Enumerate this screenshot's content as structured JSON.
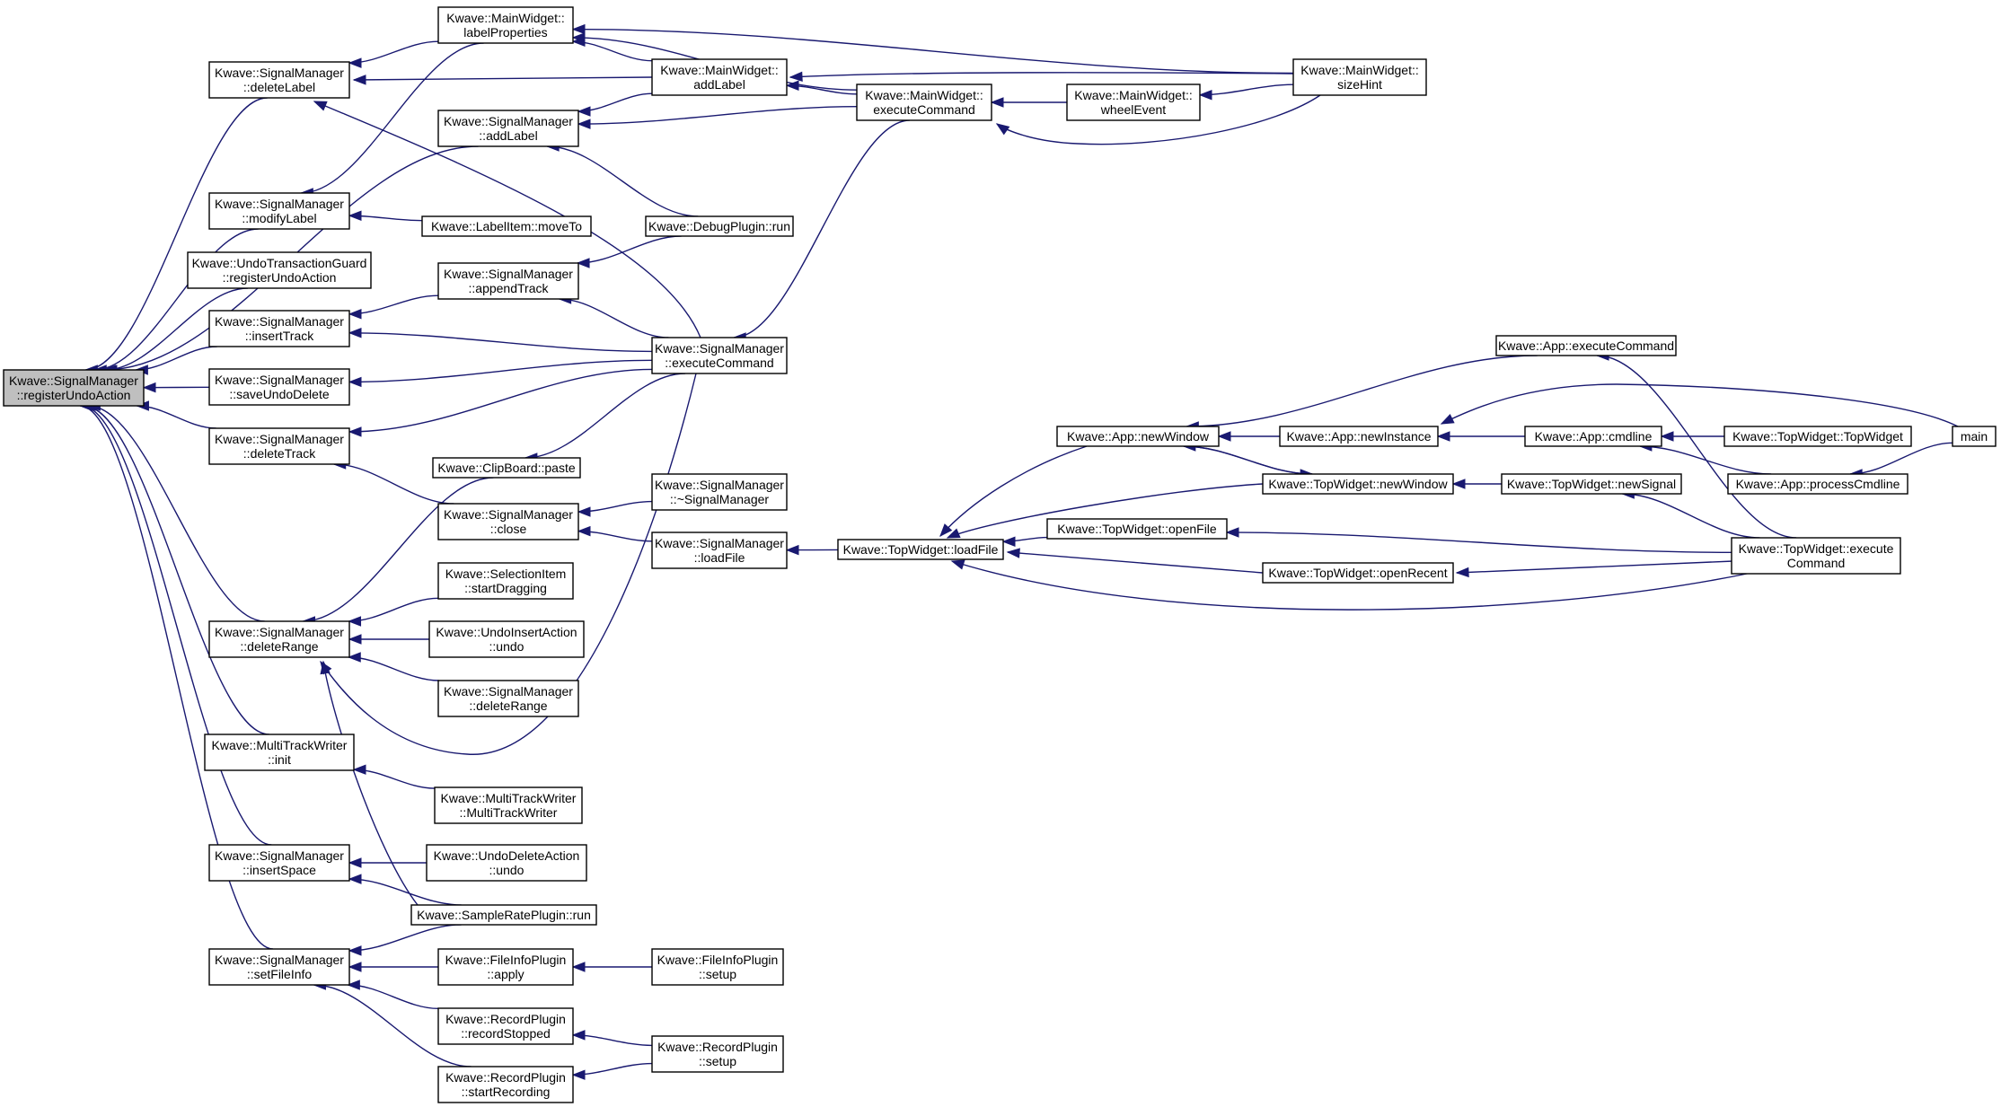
{
  "graph": {
    "direction": "arrows point from caller to callee",
    "nodes": [
      {
        "id": "root",
        "lines": [
          "Kwave::SignalManager",
          "::registerUndoAction"
        ],
        "root": true
      },
      {
        "id": "sm_deleteLabel",
        "lines": [
          "Kwave::SignalManager",
          "::deleteLabel"
        ]
      },
      {
        "id": "sm_modifyLabel",
        "lines": [
          "Kwave::SignalManager",
          "::modifyLabel"
        ]
      },
      {
        "id": "utg_register",
        "lines": [
          "Kwave::UndoTransactionGuard",
          "::registerUndoAction"
        ]
      },
      {
        "id": "sm_insertTrack",
        "lines": [
          "Kwave::SignalManager",
          "::insertTrack"
        ]
      },
      {
        "id": "sm_saveUndoDelete",
        "lines": [
          "Kwave::SignalManager",
          "::saveUndoDelete"
        ]
      },
      {
        "id": "sm_deleteTrack",
        "lines": [
          "Kwave::SignalManager",
          "::deleteTrack"
        ]
      },
      {
        "id": "sm_deleteRange",
        "lines": [
          "Kwave::SignalManager",
          "::deleteRange"
        ]
      },
      {
        "id": "mtw_init",
        "lines": [
          "Kwave::MultiTrackWriter",
          "::init"
        ]
      },
      {
        "id": "sm_insertSpace",
        "lines": [
          "Kwave::SignalManager",
          "::insertSpace"
        ]
      },
      {
        "id": "sm_setFileInfo",
        "lines": [
          "Kwave::SignalManager",
          "::setFileInfo"
        ]
      },
      {
        "id": "mw_labelProperties",
        "lines": [
          "Kwave::MainWidget::",
          "labelProperties"
        ]
      },
      {
        "id": "sm_addLabel",
        "lines": [
          "Kwave::SignalManager",
          "::addLabel"
        ]
      },
      {
        "id": "li_moveTo",
        "lines": [
          "Kwave::LabelItem::moveTo"
        ]
      },
      {
        "id": "sm_appendTrack",
        "lines": [
          "Kwave::SignalManager",
          "::appendTrack"
        ]
      },
      {
        "id": "cb_paste",
        "lines": [
          "Kwave::ClipBoard::paste"
        ]
      },
      {
        "id": "sm_close",
        "lines": [
          "Kwave::SignalManager",
          "::close"
        ]
      },
      {
        "id": "si_startDragging",
        "lines": [
          "Kwave::SelectionItem",
          "::startDragging"
        ]
      },
      {
        "id": "uia_undo",
        "lines": [
          "Kwave::UndoInsertAction",
          "::undo"
        ]
      },
      {
        "id": "sm_deleteRange2",
        "lines": [
          "Kwave::SignalManager",
          "::deleteRange"
        ]
      },
      {
        "id": "mtw_ctor",
        "lines": [
          "Kwave::MultiTrackWriter",
          "::MultiTrackWriter"
        ]
      },
      {
        "id": "uda_undo",
        "lines": [
          "Kwave::UndoDeleteAction",
          "::undo"
        ]
      },
      {
        "id": "srp_run",
        "lines": [
          "Kwave::SampleRatePlugin::run"
        ]
      },
      {
        "id": "fip_apply",
        "lines": [
          "Kwave::FileInfoPlugin",
          "::apply"
        ]
      },
      {
        "id": "rp_recordStopped",
        "lines": [
          "Kwave::RecordPlugin",
          "::recordStopped"
        ]
      },
      {
        "id": "rp_startRecording",
        "lines": [
          "Kwave::RecordPlugin",
          "::startRecording"
        ]
      },
      {
        "id": "mw_addLabel",
        "lines": [
          "Kwave::MainWidget::",
          "addLabel"
        ]
      },
      {
        "id": "dp_run",
        "lines": [
          "Kwave::DebugPlugin::run"
        ]
      },
      {
        "id": "sm_executeCommand",
        "lines": [
          "Kwave::SignalManager",
          "::executeCommand"
        ]
      },
      {
        "id": "sm_dtor",
        "lines": [
          "Kwave::SignalManager",
          "::~SignalManager"
        ]
      },
      {
        "id": "sm_loadFile",
        "lines": [
          "Kwave::SignalManager",
          "::loadFile"
        ]
      },
      {
        "id": "fip_setup",
        "lines": [
          "Kwave::FileInfoPlugin",
          "::setup"
        ]
      },
      {
        "id": "rp_setup",
        "lines": [
          "Kwave::RecordPlugin",
          "::setup"
        ]
      },
      {
        "id": "mw_executeCommand",
        "lines": [
          "Kwave::MainWidget::",
          "executeCommand"
        ]
      },
      {
        "id": "mw_wheelEvent",
        "lines": [
          "Kwave::MainWidget::",
          "wheelEvent"
        ]
      },
      {
        "id": "mw_sizeHint",
        "lines": [
          "Kwave::MainWidget::",
          "sizeHint"
        ]
      },
      {
        "id": "tw_loadFile",
        "lines": [
          "Kwave::TopWidget::loadFile"
        ]
      },
      {
        "id": "app_newWindow",
        "lines": [
          "Kwave::App::newWindow"
        ]
      },
      {
        "id": "tw_openFile",
        "lines": [
          "Kwave::TopWidget::openFile"
        ]
      },
      {
        "id": "tw_newWindow",
        "lines": [
          "Kwave::TopWidget::newWindow"
        ]
      },
      {
        "id": "tw_openRecent",
        "lines": [
          "Kwave::TopWidget::openRecent"
        ]
      },
      {
        "id": "app_newInstance",
        "lines": [
          "Kwave::App::newInstance"
        ]
      },
      {
        "id": "app_executeCommand",
        "lines": [
          "Kwave::App::executeCommand"
        ]
      },
      {
        "id": "app_cmdline",
        "lines": [
          "Kwave::App::cmdline"
        ]
      },
      {
        "id": "tw_newSignal",
        "lines": [
          "Kwave::TopWidget::newSignal"
        ]
      },
      {
        "id": "tw_executeCommand",
        "lines": [
          "Kwave::TopWidget::execute",
          "Command"
        ]
      },
      {
        "id": "tw_ctor",
        "lines": [
          "Kwave::TopWidget::TopWidget"
        ]
      },
      {
        "id": "app_processCmdline",
        "lines": [
          "Kwave::App::processCmdline"
        ]
      },
      {
        "id": "main",
        "lines": [
          "main"
        ]
      }
    ],
    "edges": [
      [
        "sm_deleteLabel",
        "root"
      ],
      [
        "sm_modifyLabel",
        "root"
      ],
      [
        "utg_register",
        "root"
      ],
      [
        "sm_insertTrack",
        "root"
      ],
      [
        "sm_saveUndoDelete",
        "root"
      ],
      [
        "sm_deleteTrack",
        "root"
      ],
      [
        "sm_deleteRange",
        "root"
      ],
      [
        "mtw_init",
        "root"
      ],
      [
        "sm_insertSpace",
        "root"
      ],
      [
        "sm_setFileInfo",
        "root"
      ],
      [
        "sm_addLabel",
        "root"
      ],
      [
        "mw_labelProperties",
        "sm_deleteLabel"
      ],
      [
        "mw_addLabel",
        "sm_deleteLabel"
      ],
      [
        "sm_executeCommand",
        "sm_deleteLabel"
      ],
      [
        "mw_labelProperties",
        "sm_modifyLabel"
      ],
      [
        "li_moveTo",
        "sm_modifyLabel"
      ],
      [
        "sm_appendTrack",
        "sm_insertTrack"
      ],
      [
        "sm_executeCommand",
        "sm_insertTrack"
      ],
      [
        "sm_executeCommand",
        "sm_saveUndoDelete"
      ],
      [
        "sm_executeCommand",
        "sm_deleteTrack"
      ],
      [
        "sm_close",
        "sm_deleteTrack"
      ],
      [
        "cb_paste",
        "sm_deleteRange"
      ],
      [
        "si_startDragging",
        "sm_deleteRange"
      ],
      [
        "uia_undo",
        "sm_deleteRange"
      ],
      [
        "sm_deleteRange2",
        "sm_deleteRange"
      ],
      [
        "sm_executeCommand",
        "sm_deleteRange"
      ],
      [
        "srp_run",
        "sm_deleteRange"
      ],
      [
        "mtw_ctor",
        "mtw_init"
      ],
      [
        "uda_undo",
        "sm_insertSpace"
      ],
      [
        "srp_run",
        "sm_insertSpace"
      ],
      [
        "srp_run",
        "sm_setFileInfo"
      ],
      [
        "fip_apply",
        "sm_setFileInfo"
      ],
      [
        "rp_recordStopped",
        "sm_setFileInfo"
      ],
      [
        "rp_startRecording",
        "sm_setFileInfo"
      ],
      [
        "mw_addLabel",
        "sm_addLabel"
      ],
      [
        "mw_executeCommand",
        "sm_addLabel"
      ],
      [
        "dp_run",
        "sm_addLabel"
      ],
      [
        "mw_sizeHint",
        "mw_labelProperties"
      ],
      [
        "mw_addLabel",
        "mw_labelProperties"
      ],
      [
        "mw_executeCommand",
        "mw_labelProperties"
      ],
      [
        "dp_run",
        "sm_appendTrack"
      ],
      [
        "sm_executeCommand",
        "sm_appendTrack"
      ],
      [
        "sm_executeCommand",
        "cb_paste"
      ],
      [
        "sm_dtor",
        "sm_close"
      ],
      [
        "sm_loadFile",
        "sm_close"
      ],
      [
        "fip_setup",
        "fip_apply"
      ],
      [
        "rp_setup",
        "rp_recordStopped"
      ],
      [
        "rp_setup",
        "rp_startRecording"
      ],
      [
        "mw_executeCommand",
        "mw_addLabel"
      ],
      [
        "mw_sizeHint",
        "mw_addLabel"
      ],
      [
        "mw_executeCommand",
        "sm_executeCommand"
      ],
      [
        "tw_loadFile",
        "sm_loadFile"
      ],
      [
        "mw_wheelEvent",
        "mw_executeCommand"
      ],
      [
        "mw_sizeHint",
        "mw_executeCommand"
      ],
      [
        "mw_sizeHint",
        "mw_wheelEvent"
      ],
      [
        "app_newWindow",
        "tw_loadFile"
      ],
      [
        "tw_openFile",
        "tw_loadFile"
      ],
      [
        "tw_newWindow",
        "tw_loadFile"
      ],
      [
        "tw_openRecent",
        "tw_loadFile"
      ],
      [
        "tw_executeCommand",
        "tw_loadFile"
      ],
      [
        "app_newInstance",
        "app_newWindow"
      ],
      [
        "app_executeCommand",
        "app_newWindow"
      ],
      [
        "tw_newWindow",
        "app_newWindow"
      ],
      [
        "tw_executeCommand",
        "tw_openFile"
      ],
      [
        "app_newWindow",
        "tw_newWindow"
      ],
      [
        "tw_newSignal",
        "tw_newWindow"
      ],
      [
        "tw_executeCommand",
        "tw_openRecent"
      ],
      [
        "app_cmdline",
        "app_newInstance"
      ],
      [
        "main",
        "app_newInstance"
      ],
      [
        "tw_executeCommand",
        "app_executeCommand"
      ],
      [
        "tw_ctor",
        "app_cmdline"
      ],
      [
        "app_processCmdline",
        "app_cmdline"
      ],
      [
        "tw_executeCommand",
        "tw_newSignal"
      ],
      [
        "main",
        "app_processCmdline"
      ]
    ]
  }
}
